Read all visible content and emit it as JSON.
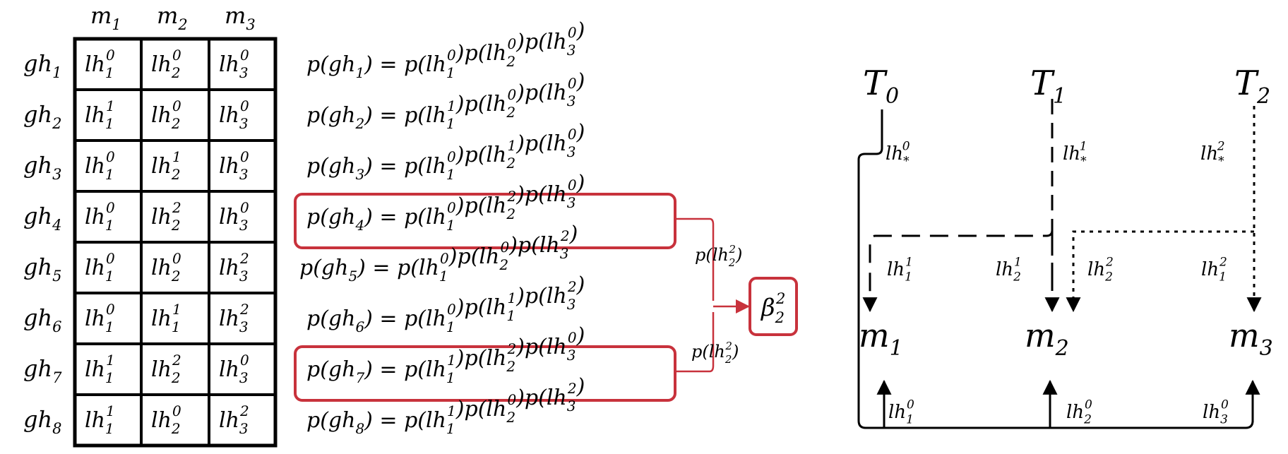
{
  "colors": {
    "ink": "#000000",
    "accent": "#c8323c"
  },
  "grid": {
    "columns": [
      "1",
      "2",
      "3"
    ],
    "rows": [
      {
        "gh": "1",
        "cells": [
          [
            "1",
            "0"
          ],
          [
            "2",
            "0"
          ],
          [
            "3",
            "0"
          ]
        ],
        "eq": [
          [
            "1",
            "0"
          ],
          [
            "2",
            "0"
          ],
          [
            "3",
            "0"
          ]
        ],
        "highlight": false
      },
      {
        "gh": "2",
        "cells": [
          [
            "1",
            "1"
          ],
          [
            "2",
            "0"
          ],
          [
            "3",
            "0"
          ]
        ],
        "eq": [
          [
            "1",
            "1"
          ],
          [
            "2",
            "0"
          ],
          [
            "3",
            "0"
          ]
        ],
        "highlight": false
      },
      {
        "gh": "3",
        "cells": [
          [
            "1",
            "0"
          ],
          [
            "2",
            "1"
          ],
          [
            "3",
            "0"
          ]
        ],
        "eq": [
          [
            "1",
            "0"
          ],
          [
            "2",
            "1"
          ],
          [
            "3",
            "0"
          ]
        ],
        "highlight": false
      },
      {
        "gh": "4",
        "cells": [
          [
            "1",
            "0"
          ],
          [
            "2",
            "2"
          ],
          [
            "3",
            "0"
          ]
        ],
        "eq": [
          [
            "1",
            "0"
          ],
          [
            "2",
            "2"
          ],
          [
            "3",
            "0"
          ]
        ],
        "highlight": true
      },
      {
        "gh": "5",
        "cells": [
          [
            "1",
            "0"
          ],
          [
            "2",
            "0"
          ],
          [
            "3",
            "2"
          ]
        ],
        "eq": [
          [
            "1",
            "0"
          ],
          [
            "2",
            "0"
          ],
          [
            "3",
            "2"
          ]
        ],
        "highlight": false
      },
      {
        "gh": "6",
        "cells": [
          [
            "1",
            "0"
          ],
          [
            "1",
            "1"
          ],
          [
            "3",
            "2"
          ]
        ],
        "eq": [
          [
            "1",
            "0"
          ],
          [
            "1",
            "1"
          ],
          [
            "3",
            "2"
          ]
        ],
        "highlight": false
      },
      {
        "gh": "7",
        "cells": [
          [
            "1",
            "1"
          ],
          [
            "2",
            "2"
          ],
          [
            "3",
            "0"
          ]
        ],
        "eq": [
          [
            "1",
            "1"
          ],
          [
            "2",
            "2"
          ],
          [
            "3",
            "0"
          ]
        ],
        "highlight": true
      },
      {
        "gh": "8",
        "cells": [
          [
            "1",
            "1"
          ],
          [
            "2",
            "0"
          ],
          [
            "3",
            "2"
          ]
        ],
        "eq": [
          [
            "1",
            "1"
          ],
          [
            "2",
            "0"
          ],
          [
            "3",
            "2"
          ]
        ],
        "highlight": false
      }
    ]
  },
  "merge": {
    "edge_label_main": "p(lh",
    "edge_label_sub": "2",
    "edge_label_sup": "2",
    "edge_label_close": ")",
    "node_main": "β",
    "node_sub": "2",
    "node_sup": "2"
  },
  "network": {
    "tops": [
      {
        "main": "T",
        "sub": "0"
      },
      {
        "main": "T",
        "sub": "1"
      },
      {
        "main": "T",
        "sub": "2"
      }
    ],
    "bottoms": [
      {
        "main": "m",
        "sub": "1"
      },
      {
        "main": "m",
        "sub": "2"
      },
      {
        "main": "m",
        "sub": "3"
      }
    ],
    "labels": [
      {
        "sub": "*",
        "sup": "0"
      },
      {
        "sub": "*",
        "sup": "1"
      },
      {
        "sub": "*",
        "sup": "2"
      },
      {
        "sub": "1",
        "sup": "1"
      },
      {
        "sub": "2",
        "sup": "1"
      },
      {
        "sub": "2",
        "sup": "2"
      },
      {
        "sub": "1",
        "sup": "2"
      },
      {
        "sub": "1",
        "sup": "0"
      },
      {
        "sub": "2",
        "sup": "0"
      },
      {
        "sub": "3",
        "sup": "0"
      }
    ]
  }
}
